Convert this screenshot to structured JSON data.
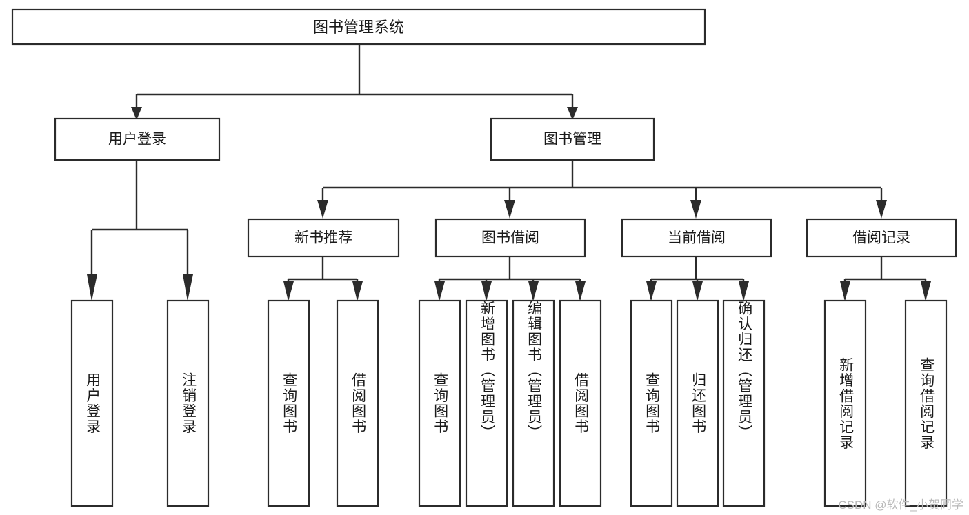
{
  "diagram": {
    "title": "图书管理系统",
    "type": "tree-hierarchy",
    "watermark": "CSDN @软件_小贺同学",
    "root": {
      "label": "图书管理系统"
    },
    "level2": [
      {
        "label": "用户登录"
      },
      {
        "label": "图书管理"
      }
    ],
    "level3": [
      {
        "label": "新书推荐"
      },
      {
        "label": "图书借阅"
      },
      {
        "label": "当前借阅"
      },
      {
        "label": "借阅记录"
      }
    ],
    "leaves": {
      "user_login": [
        {
          "label": "用户登录"
        },
        {
          "label": "注销登录"
        }
      ],
      "new_book_recommend": [
        {
          "label": "查询图书"
        },
        {
          "label": "借阅图书"
        }
      ],
      "book_borrow": [
        {
          "label": "查询图书"
        },
        {
          "label": "新增图书（管理员）"
        },
        {
          "label": "编辑图书（管理员）"
        },
        {
          "label": "借阅图书"
        }
      ],
      "current_borrow": [
        {
          "label": "查询图书"
        },
        {
          "label": "归还图书"
        },
        {
          "label": "确认归还（管理员）"
        }
      ],
      "borrow_record": [
        {
          "label": "新增借阅记录"
        },
        {
          "label": "查询借阅记录"
        }
      ]
    },
    "colors": {
      "stroke": "#2b2b2b",
      "fill": "#ffffff",
      "text": "#1a1a1a",
      "watermark": "#b8b8b8"
    }
  }
}
